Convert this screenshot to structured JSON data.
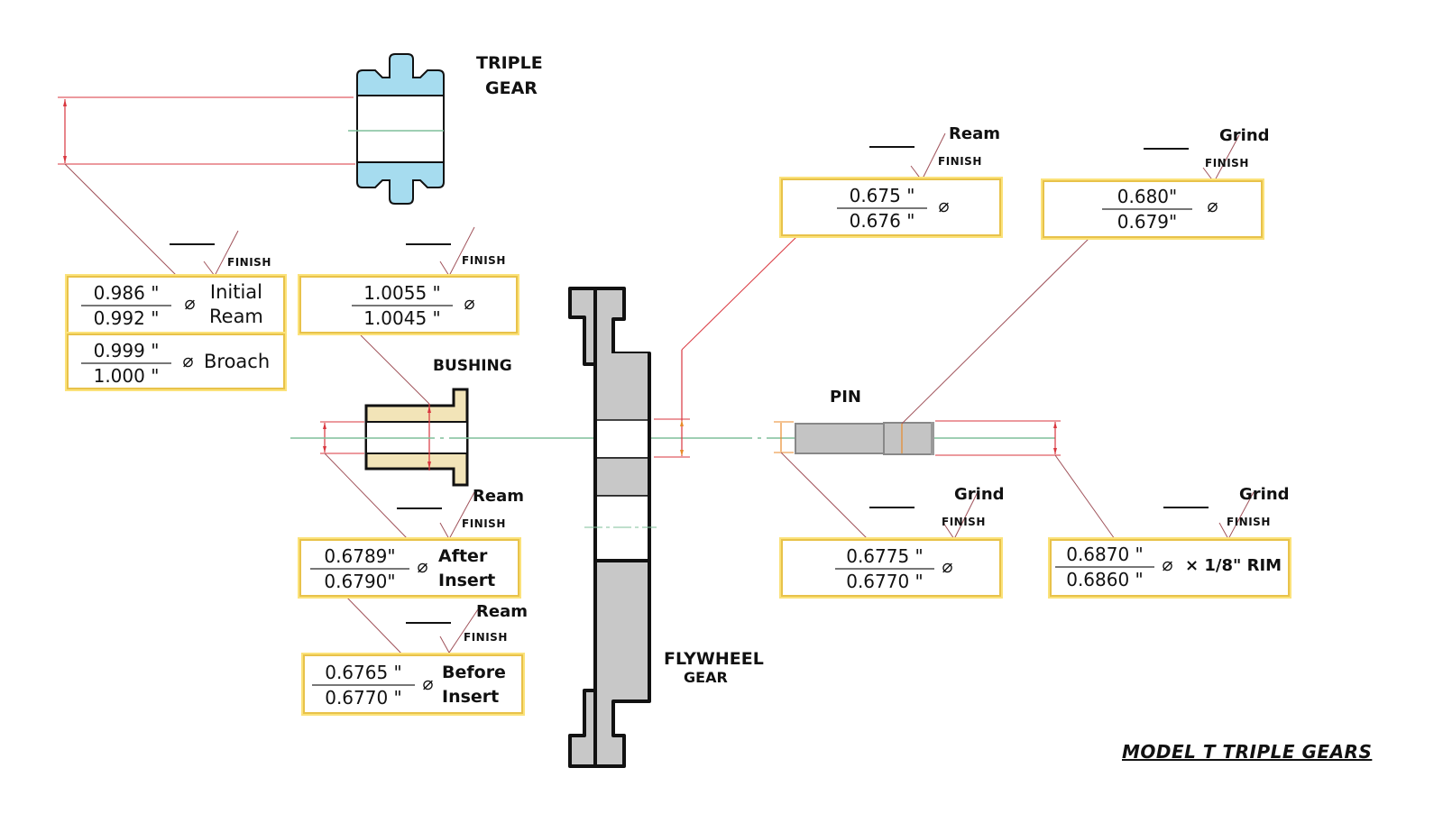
{
  "title": "MODEL T TRIPLE GEARS",
  "parts": {
    "triple_gear": {
      "line1": "TRIPLE",
      "line2": "GEAR"
    },
    "bushing": "BUSHING",
    "flywheel_gear": {
      "line1": "FLYWHEEL",
      "line2": "GEAR"
    },
    "pin": "PIN"
  },
  "colors": {
    "triple_gear_fill": "#a6dcef",
    "bushing_fill": "#f2e4b8",
    "flywheel_fill": "#c8c8c8",
    "pin_fill": "#c4c4c4",
    "dimension_line": "#d9363e",
    "leader_line": "#a0525a",
    "centerline": "#7fbf9a",
    "box_border": "#e8c24a"
  },
  "finish_label": "FINISH",
  "diameter_symbol": "⌀",
  "callouts": [
    {
      "id": "triple-gear-initial",
      "upper": "0.986 \"",
      "lower": "0.992 \"",
      "note": [
        "Initial",
        "Ream"
      ],
      "process": ""
    },
    {
      "id": "triple-gear-broach",
      "upper": "0.999 \"",
      "lower": "1.000 \"",
      "note": [
        "Broach"
      ],
      "process": ""
    },
    {
      "id": "bushing-od",
      "upper": "1.0055 \"",
      "lower": "1.0045 \"",
      "note": [],
      "process": ""
    },
    {
      "id": "bushing-id-after",
      "upper": "0.6789\"",
      "lower": "0.6790\"",
      "note": [
        "After",
        "Insert"
      ],
      "process": "Ream"
    },
    {
      "id": "bushing-id-before",
      "upper": "0.6765 \"",
      "lower": "0.6770 \"",
      "note": [
        "Before",
        "Insert"
      ],
      "process": "Ream"
    },
    {
      "id": "flywheel-hole",
      "upper": "0.675 \"",
      "lower": "0.676 \"",
      "note": [],
      "process": "Ream"
    },
    {
      "id": "pin-center",
      "upper": "0.680\"",
      "lower": "0.679\"",
      "note": [],
      "process": "Grind"
    },
    {
      "id": "pin-end",
      "upper": "0.6775 \"",
      "lower": "0.6770 \"",
      "note": [],
      "process": "Grind"
    },
    {
      "id": "pin-rim",
      "upper": "0.6870 \"",
      "lower": "0.6860 \"",
      "note": [
        "× 1/8\" RIM"
      ],
      "process": "Grind"
    }
  ]
}
